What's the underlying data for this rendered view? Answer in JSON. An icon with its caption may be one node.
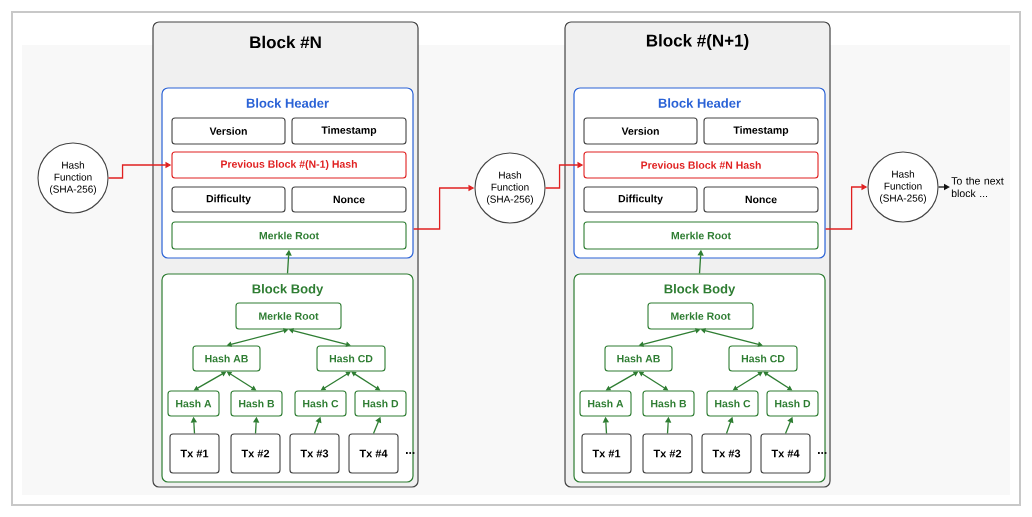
{
  "diagram": {
    "nodes": [
      {
        "text": [
          "Hash Function (SHA-256)"
        ]
      },
      {
        "text": [
          "Block #N"
        ]
      },
      {
        "text": [
          "Block Header"
        ],
        "in": 1
      },
      {
        "text": [
          "Version"
        ],
        "in": 2
      },
      {
        "text": [
          "Timestamp"
        ],
        "in": 2
      },
      {
        "text": [
          "Previous Block #(N-1) Hash"
        ],
        "in": 2
      },
      {
        "text": [
          "Difficulty"
        ],
        "in": 2
      },
      {
        "text": [
          "Nonce"
        ],
        "in": 2
      },
      {
        "text": [
          "Merkle Root"
        ],
        "in": 2
      },
      {
        "text": [
          "Block Body"
        ],
        "in": 1
      },
      {
        "text": [
          "Merkle Root"
        ],
        "in": 9
      },
      {
        "text": [
          "Hash AB"
        ],
        "in": 9
      },
      {
        "text": [
          "Hash CD"
        ],
        "in": 9
      },
      {
        "text": [
          "Hash A"
        ],
        "in": 9
      },
      {
        "text": [
          "Hash B"
        ],
        "in": 9
      },
      {
        "text": [
          "Hash C"
        ],
        "in": 9
      },
      {
        "text": [
          "Hash D"
        ],
        "in": 9
      },
      {
        "text": [
          "Tx #1"
        ],
        "in": 9
      },
      {
        "text": [
          "Tx #2"
        ],
        "in": 9
      },
      {
        "text": [
          "Tx #3"
        ],
        "in": 9
      },
      {
        "text": [
          "Tx #4"
        ],
        "in": 9
      },
      {
        "text": [
          "Hash Function (SHA-256)"
        ]
      },
      {
        "text": [
          "Block #(N+1)"
        ]
      },
      {
        "text": [
          "Block Header"
        ],
        "in": 22
      },
      {
        "text": [
          "Version"
        ],
        "in": 23
      },
      {
        "text": [
          "Timestamp"
        ],
        "in": 23
      },
      {
        "text": [
          "Previous Block #N Hash"
        ],
        "in": 23
      },
      {
        "text": [
          "Difficulty"
        ],
        "in": 23
      },
      {
        "text": [
          "Nonce"
        ],
        "in": 23
      },
      {
        "text": [
          "Merkle Root"
        ],
        "in": 23
      },
      {
        "text": [
          "Block Body"
        ],
        "in": 22
      },
      {
        "text": [
          "Merkle Root"
        ],
        "in": 30
      },
      {
        "text": [
          "Hash AB"
        ],
        "in": 30
      },
      {
        "text": [
          "Hash CD"
        ],
        "in": 30
      },
      {
        "text": [
          "Hash A"
        ],
        "in": 30
      },
      {
        "text": [
          "Hash B"
        ],
        "in": 30
      },
      {
        "text": [
          "Hash C"
        ],
        "in": 30
      },
      {
        "text": [
          "Hash D"
        ],
        "in": 30
      },
      {
        "text": [
          "Tx #1"
        ],
        "in": 30
      },
      {
        "text": [
          "Tx #2"
        ],
        "in": 30
      },
      {
        "text": [
          "Tx #3"
        ],
        "in": 30
      },
      {
        "text": [
          "Tx #4"
        ],
        "in": 30
      },
      {
        "text": [
          "Hash Function (SHA-256)"
        ]
      },
      {
        "text": [
          "To the next block ..."
        ]
      }
    ],
    "edges": [
      {
        "from": 0,
        "to": 5,
        "arrow": "to",
        "color": "#e02020"
      },
      {
        "from": 2,
        "to": 21,
        "arrow": "to",
        "color": "#e02020"
      },
      {
        "from": 21,
        "to": 26,
        "arrow": "to",
        "color": "#e02020"
      },
      {
        "from": 23,
        "to": 42,
        "arrow": "to",
        "color": "#e02020"
      },
      {
        "from": 42,
        "to": 43,
        "arrow": "to",
        "color": "#111111"
      },
      {
        "from": 9,
        "to": 8,
        "arrow": "to"
      },
      {
        "from": 10,
        "to": 11,
        "arrow": "both"
      },
      {
        "from": 10,
        "to": 12,
        "arrow": "both"
      },
      {
        "from": 11,
        "to": 13,
        "arrow": "both"
      },
      {
        "from": 11,
        "to": 14,
        "arrow": "both"
      },
      {
        "from": 12,
        "to": 15,
        "arrow": "both"
      },
      {
        "from": 12,
        "to": 16,
        "arrow": "both"
      },
      {
        "from": 17,
        "to": 13,
        "arrow": "to"
      },
      {
        "from": 18,
        "to": 14,
        "arrow": "to"
      },
      {
        "from": 19,
        "to": 15,
        "arrow": "to"
      },
      {
        "from": 20,
        "to": 16,
        "arrow": "to"
      },
      {
        "from": 30,
        "to": 29,
        "arrow": "to"
      },
      {
        "from": 31,
        "to": 32,
        "arrow": "both"
      },
      {
        "from": 31,
        "to": 33,
        "arrow": "both"
      },
      {
        "from": 32,
        "to": 34,
        "arrow": "both"
      },
      {
        "from": 32,
        "to": 35,
        "arrow": "both"
      },
      {
        "from": 33,
        "to": 36,
        "arrow": "both"
      },
      {
        "from": 33,
        "to": 37,
        "arrow": "both"
      },
      {
        "from": 38,
        "to": 34,
        "arrow": "to"
      },
      {
        "from": 39,
        "to": 35,
        "arrow": "to"
      },
      {
        "from": 40,
        "to": 36,
        "arrow": "to"
      },
      {
        "from": 41,
        "to": 37,
        "arrow": "to"
      }
    ],
    "labels": [
      "...",
      "..."
    ]
  }
}
